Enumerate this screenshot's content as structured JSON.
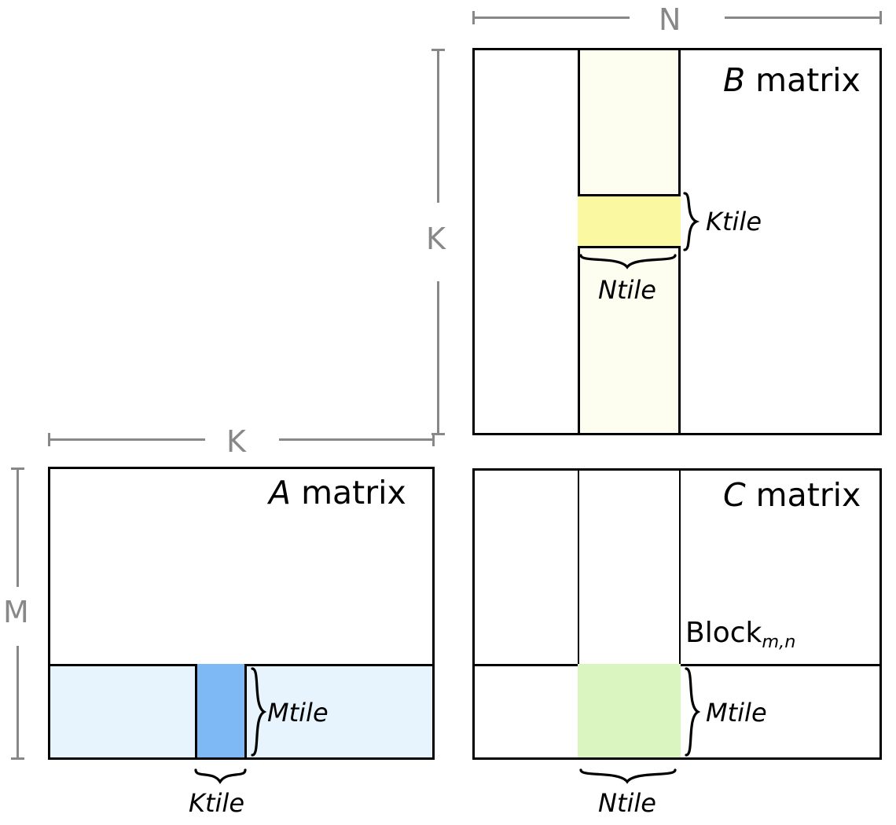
{
  "diagram": {
    "title_hidden": "",
    "colors": {
      "tile_b": "#FAF8A0",
      "band_b": "#FDFDF0",
      "tile_a": "#7FB9F5",
      "band_a": "#E8F4FD",
      "tile_c": "#DAF5C0",
      "outline": "#000000",
      "dimension": "#888888"
    }
  },
  "matrices": {
    "a": {
      "title_italic": "A",
      "title_rest": " matrix",
      "dim_width_label": "K",
      "dim_height_label": "M",
      "tile_row_label": "Mtile",
      "tile_col_label": "Ktile"
    },
    "b": {
      "title_italic": "B",
      "title_rest": " matrix",
      "dim_width_label": "N",
      "dim_height_label": "K",
      "tile_row_label": "Ktile",
      "tile_col_label": "Ntile"
    },
    "c": {
      "title_italic": "C",
      "title_rest": " matrix",
      "block_label_main": "Block",
      "block_label_sub": "m,n",
      "tile_row_label": "Mtile",
      "tile_col_label": "Ntile"
    }
  }
}
